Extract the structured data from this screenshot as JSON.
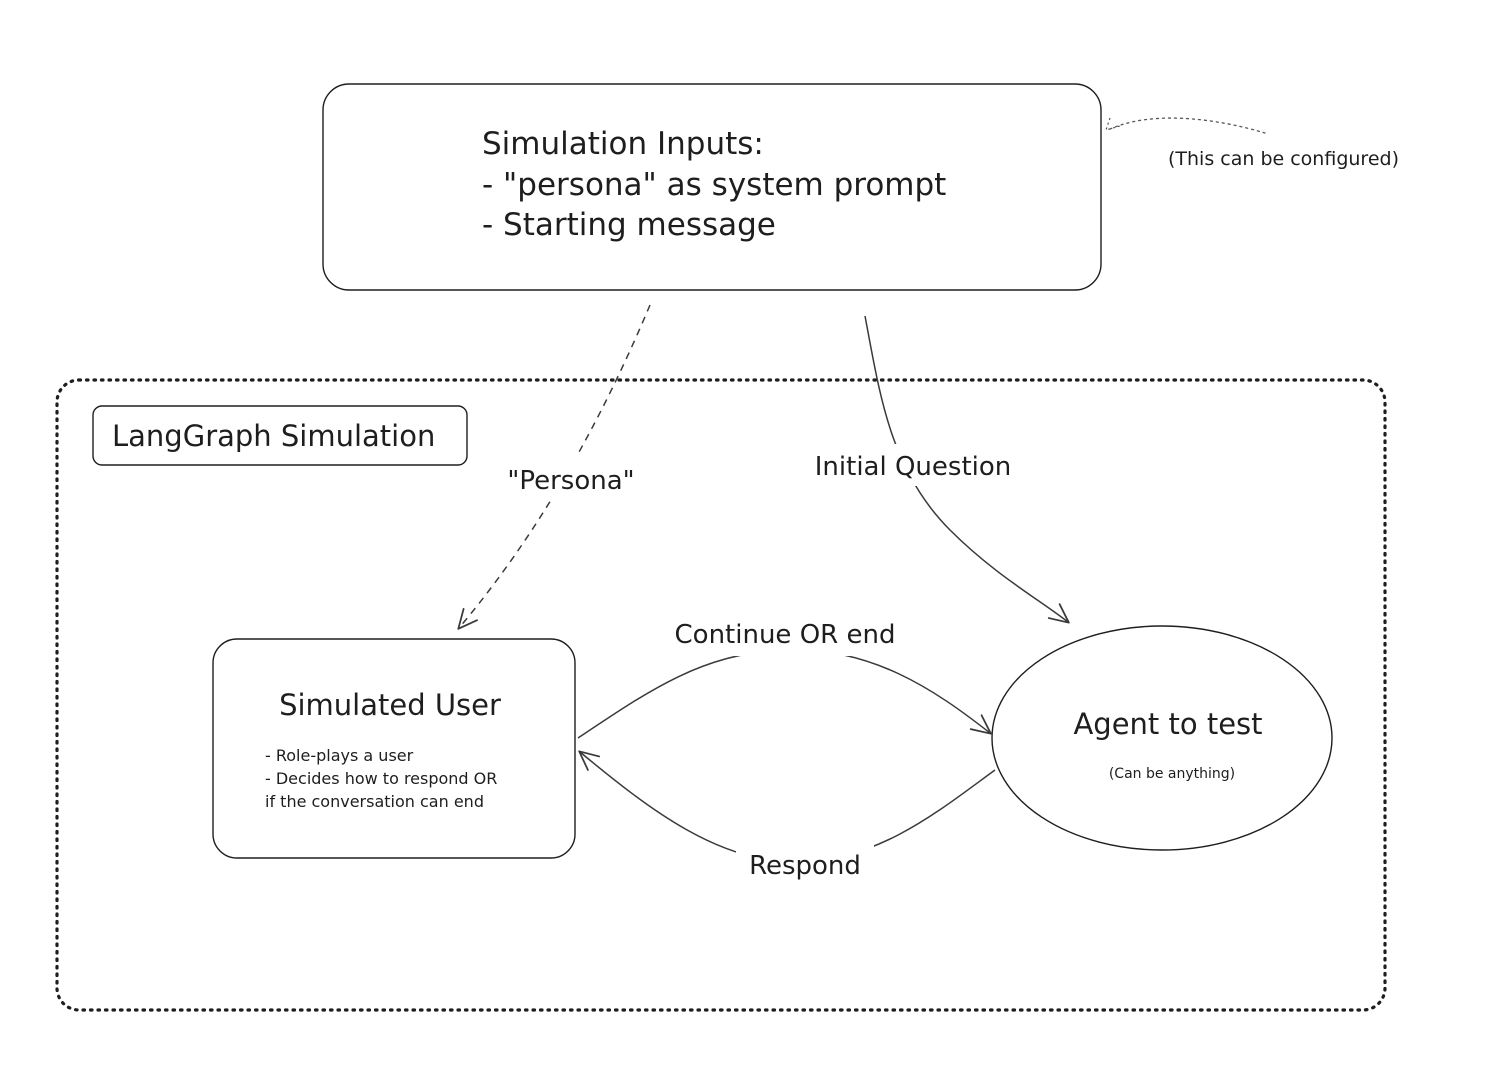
{
  "inputs_box": {
    "title": "Simulation Inputs:",
    "line1": "- \"persona\" as system prompt",
    "line2": "- Starting message"
  },
  "config_note": "(This can be configured)",
  "simulation_container": {
    "label": "LangGraph Simulation"
  },
  "simulated_user": {
    "title": "Simulated User",
    "line1": "- Role-plays a user",
    "line2": "- Decides how to respond OR",
    "line3": "if the conversation can end"
  },
  "agent": {
    "title": "Agent to test",
    "subtitle": "(Can be anything)"
  },
  "edges": {
    "persona": "\"Persona\"",
    "initial_question": "Initial Question",
    "continue_or_end": "Continue OR end",
    "respond": "Respond"
  },
  "colors": {
    "stroke": "#1e1e1e",
    "edge": "#3a3a3a",
    "background": "#ffffff"
  }
}
